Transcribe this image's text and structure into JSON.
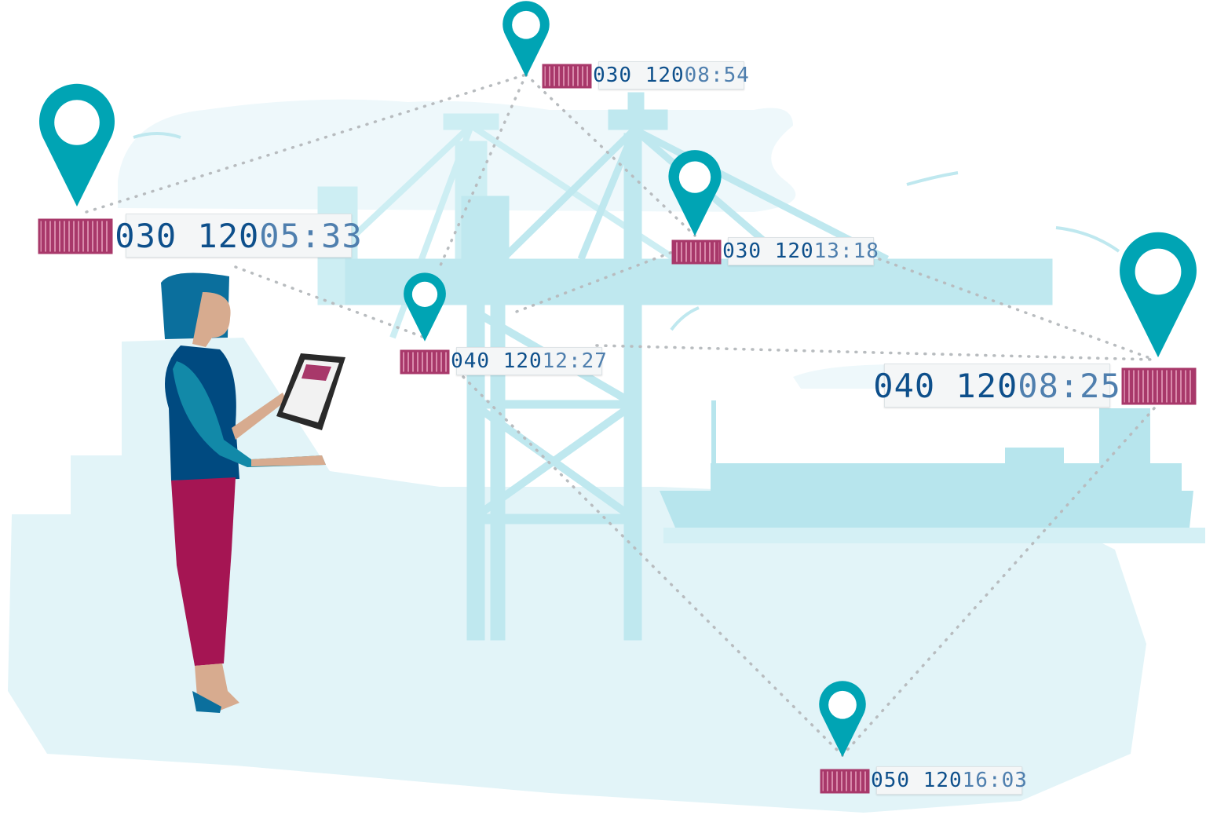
{
  "colors": {
    "pin": "#00a4b4",
    "container": "#a8386a",
    "sky": "#e2f4f8",
    "structure": "#bfe8ef",
    "text_dark": "#0d4f8b",
    "text_light": "#4f7fae"
  },
  "trackers": [
    {
      "code": "030 120",
      "time": "05:33",
      "pin_icon": "map-pin-icon",
      "container_icon": "shipping-container-icon"
    },
    {
      "code": "030 120",
      "time": "08:54",
      "pin_icon": "map-pin-icon",
      "container_icon": "shipping-container-icon"
    },
    {
      "code": "030 120",
      "time": "13:18",
      "pin_icon": "map-pin-icon",
      "container_icon": "shipping-container-icon"
    },
    {
      "code": "040 120",
      "time": "12:27",
      "pin_icon": "map-pin-icon",
      "container_icon": "shipping-container-icon"
    },
    {
      "code": "040 120",
      "time": "08:25",
      "pin_icon": "map-pin-icon",
      "container_icon": "shipping-container-icon"
    },
    {
      "code": "050 120",
      "time": "16:03",
      "pin_icon": "map-pin-icon",
      "container_icon": "shipping-container-icon"
    }
  ]
}
